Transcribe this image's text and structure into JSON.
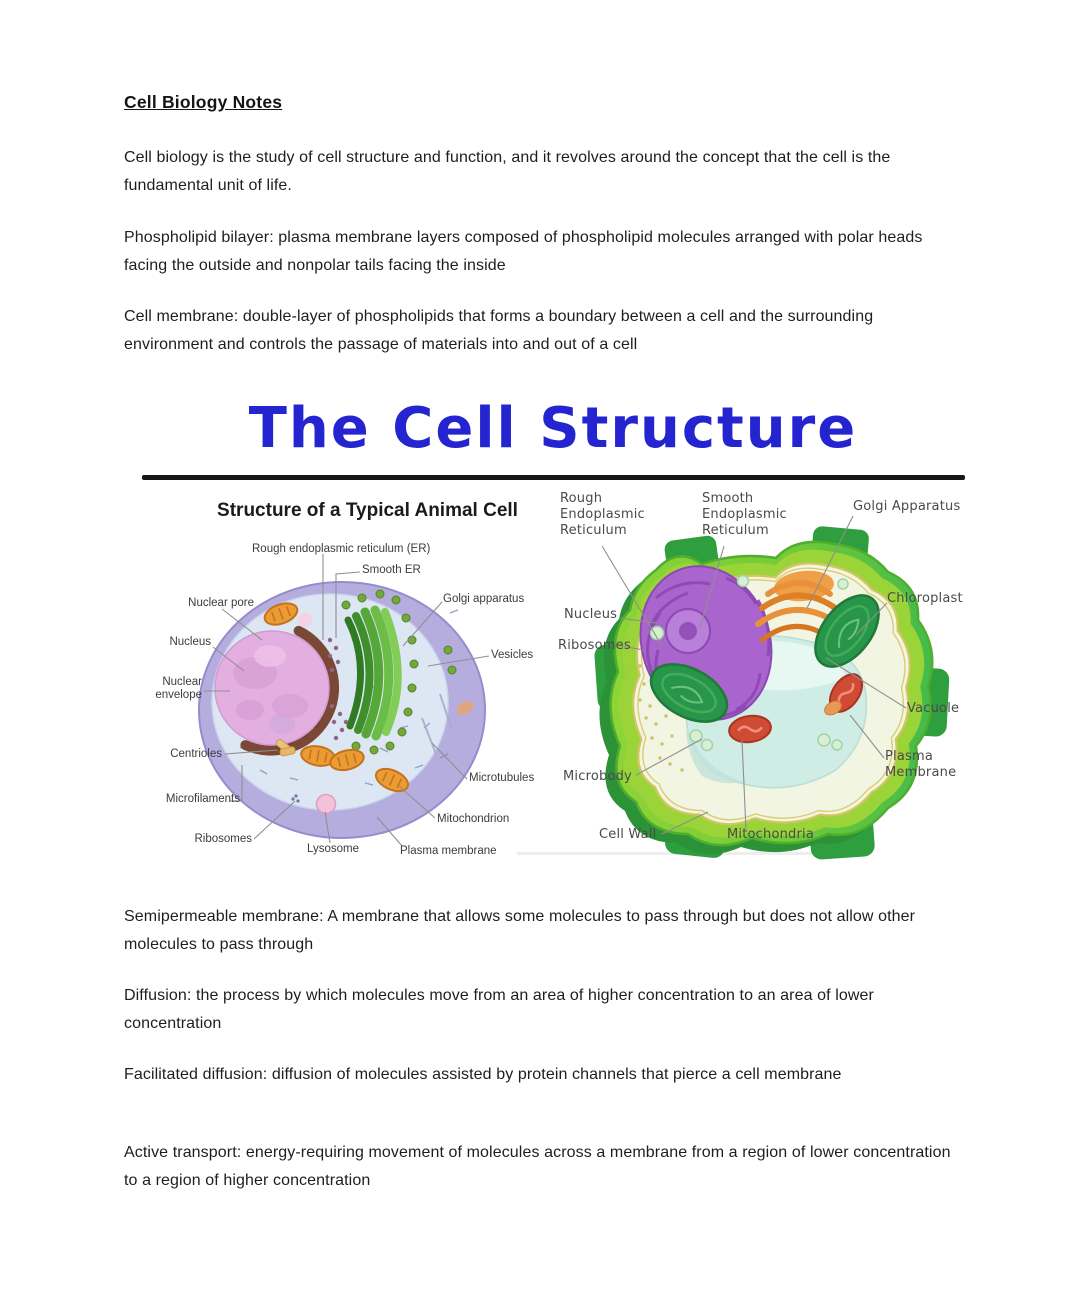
{
  "doc": {
    "heading": "Cell Biology Notes",
    "paragraphs": [
      "Cell biology is the study of cell structure and function, and it revolves around the concept that the cell is the fundamental unit of life.",
      "Phospholipid bilayer: plasma membrane layers composed of phospholipid molecules arranged with polar heads facing the outside and nonpolar tails facing the inside",
      "Cell membrane: double-layer of phospholipids that forms a boundary between a cell and the surrounding environment and controls the passage of materials into and out of a cell",
      "Semipermeable membrane: A membrane that allows some molecules to pass through but does not allow other molecules to pass through",
      "Diffusion: the process by which molecules move from an area of higher concentration to an area of lower concentration",
      "Facilitated diffusion: diffusion of molecules assisted by protein channels that pierce a cell membrane",
      "Active transport: energy-requiring movement of molecules across a membrane from a region of lower concentration to a region of higher concentration"
    ]
  },
  "figure": {
    "title": "The Cell Structure",
    "animal": {
      "panel_title": "Structure of a Typical Animal Cell",
      "labels": {
        "rough_er": "Rough endoplasmic reticulum (ER)",
        "smooth_er": "Smooth ER",
        "nuclear_pore": "Nuclear pore",
        "golgi": "Golgi apparatus",
        "nucleus": "Nucleus",
        "vesicles": "Vesicles",
        "nuclear_envelope": "Nuclear envelope",
        "centrioles": "Centrioles",
        "microtubules": "Microtubules",
        "microfilaments": "Microfilaments",
        "mitochondrion": "Mitochondrion",
        "ribosomes": "Ribosomes",
        "lysosome": "Lysosome",
        "plasma_membrane": "Plasma membrane"
      }
    },
    "plant": {
      "labels": {
        "rough_er": "Rough Endoplasmic Reticulum",
        "smooth_er": "Smooth Endoplasmic Reticulum",
        "golgi": "Golgi Apparatus",
        "chloroplast": "Chloroplast",
        "nucleus": "Nucleus",
        "ribosomes": "Ribosomes",
        "vacuole": "Vacuole",
        "plasma_membrane": "Plasma Membrane",
        "microbody": "Microbody",
        "cell_wall": "Cell Wall",
        "mitochondria": "Mitochondria"
      }
    },
    "colors": {
      "title_blue": "#2424d0",
      "underline_black": "#161616",
      "animal_membrane": "#b6addf",
      "animal_cytoplasm": "#dde7f4",
      "animal_nucleus_pink": "#e3aee0",
      "nuclear_envelope_brown": "#7b4836",
      "golgi_green": "#55a838",
      "mitochondria_orange": "#eb9b33",
      "lysosome_pink": "#f3c1da",
      "plant_wall_green": "#6cc937",
      "plant_tab_green": "#2f9e3e",
      "plant_membrane_yellow": "#d2c463",
      "plant_interior": "#f2f5e1",
      "plant_nucleus_purple": "#a964cd",
      "chloroplast_green": "#28954a",
      "plant_mito_red": "#cf4b33",
      "vacuole_cyan": "#cfece5"
    }
  }
}
